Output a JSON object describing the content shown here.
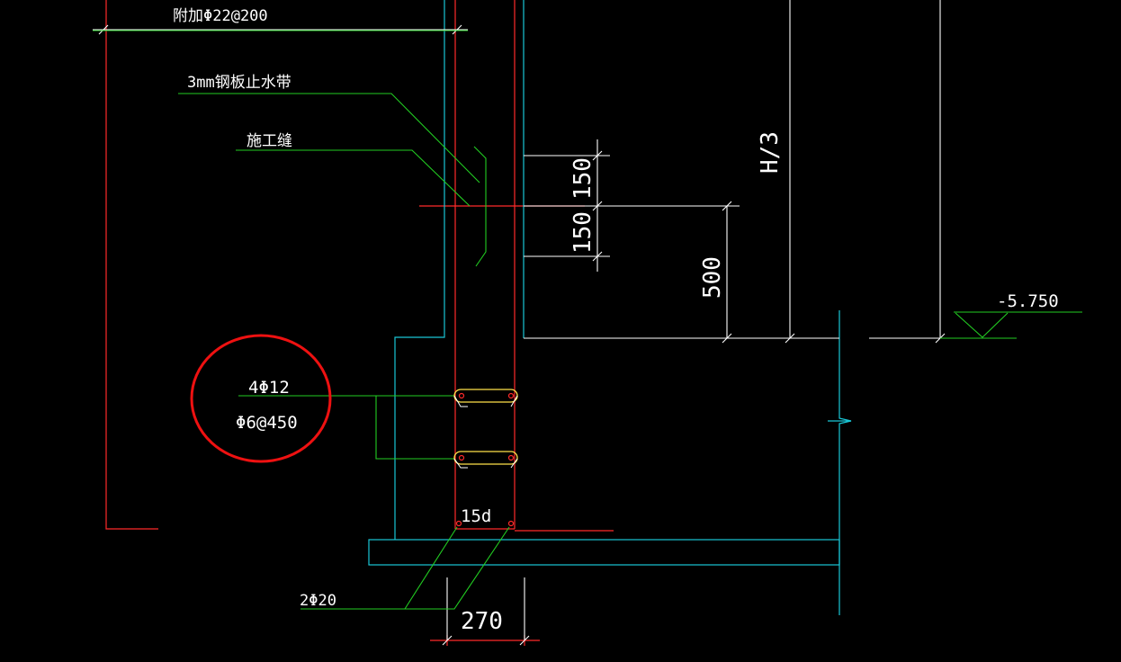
{
  "colors": {
    "background": "#000000",
    "rebar": "#ff2a2a",
    "leader": "#22cc22",
    "wall_outline": "#19c6d6",
    "dimension": "#ffffff",
    "stirrup": "#ffe14a",
    "highlight_circle": "#ee1111"
  },
  "labels": {
    "additional_bar": "附加Φ22@200",
    "waterstop": "3mm钢板止水带",
    "construction_joint": "施工缝",
    "bars_4": "4Φ12",
    "tie_bar": "Φ6@450",
    "anchor": "15d",
    "bottom_bars": "2Φ20"
  },
  "dimensions": {
    "upper_150": "150",
    "lower_150": "150",
    "d500": "500",
    "h3": "H/3",
    "elevation": "-5.750",
    "wall_width": "270"
  }
}
